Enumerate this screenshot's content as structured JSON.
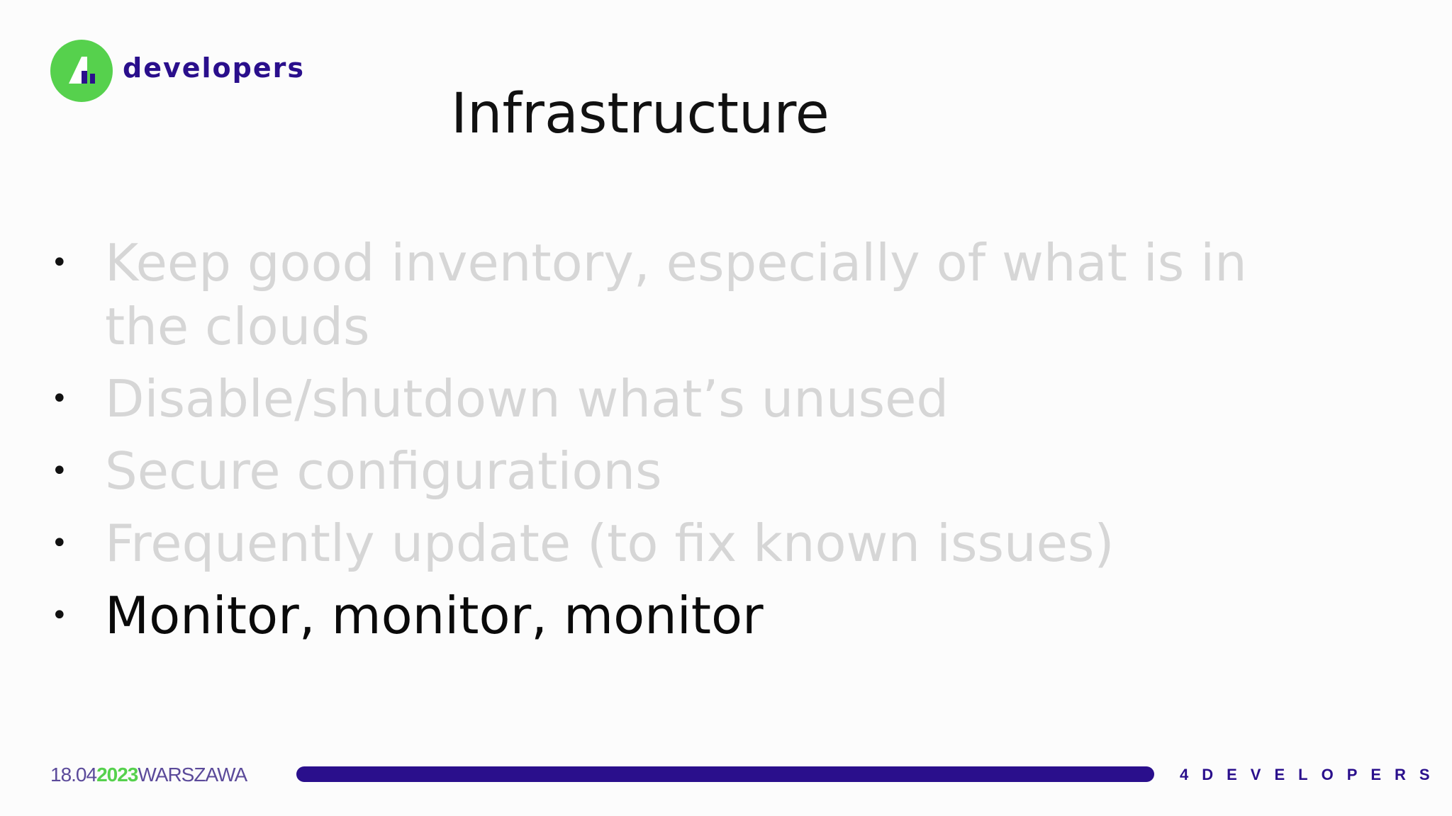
{
  "logo": {
    "wordmark": "developers",
    "mark_icon": "four-logo-icon",
    "mark_color": "#56d14d",
    "brand_color": "#2a0f8c"
  },
  "slide": {
    "title": "Infrastructure",
    "bullets": [
      {
        "text": "Keep good inventory, especially of what is in the clouds",
        "line1": "Keep good inventory, especially of what is in",
        "line2": "the clouds",
        "state": "dimmed"
      },
      {
        "text": "Disable/shutdown what’s unused",
        "state": "dimmed"
      },
      {
        "text": "Secure configurations",
        "state": "dimmed"
      },
      {
        "text": "Frequently update (to fix known issues)",
        "state": "dimmed"
      },
      {
        "text": "Monitor, monitor, monitor",
        "state": "active"
      }
    ],
    "bullet_glyph": "•",
    "dimmed_color": "#d6d6d6",
    "active_color": "#0a0a0a"
  },
  "footer": {
    "date": "18.04",
    "year": "2023",
    "city": "WARSZAWA",
    "brand": "4DEVELOPERS",
    "bar_color": "#2a0f8c",
    "year_color": "#56d14d"
  }
}
